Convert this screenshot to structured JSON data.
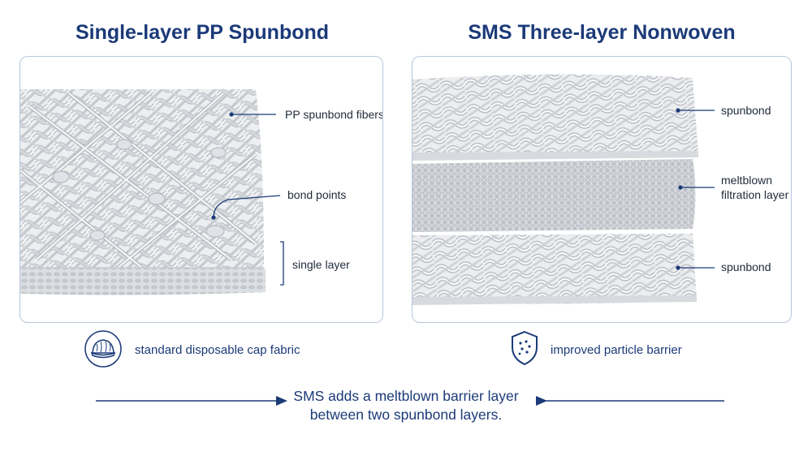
{
  "left_panel": {
    "title": "Single-layer PP Spunbond",
    "labels": {
      "fibers": "PP spunbond fibers",
      "bond_points": "bond points",
      "layer": "single layer"
    },
    "note": "standard disposable cap fabric",
    "note_icon": "cap-icon"
  },
  "right_panel": {
    "title": "SMS Three-layer Nonwoven",
    "labels": {
      "top": "spunbond",
      "middle_line1": "meltblown",
      "middle_line2": "filtration layer",
      "bottom": "spunbond"
    },
    "note": "improved particle barrier",
    "note_icon": "shield-icon"
  },
  "summary": {
    "line1": "SMS adds a meltblown barrier layer",
    "line2": "between two spunbond layers."
  },
  "colors": {
    "title": "#1b3a78",
    "accent": "#1b3a78",
    "panel_border": "#b8c6dc",
    "fabric": "#e6e9ec"
  }
}
